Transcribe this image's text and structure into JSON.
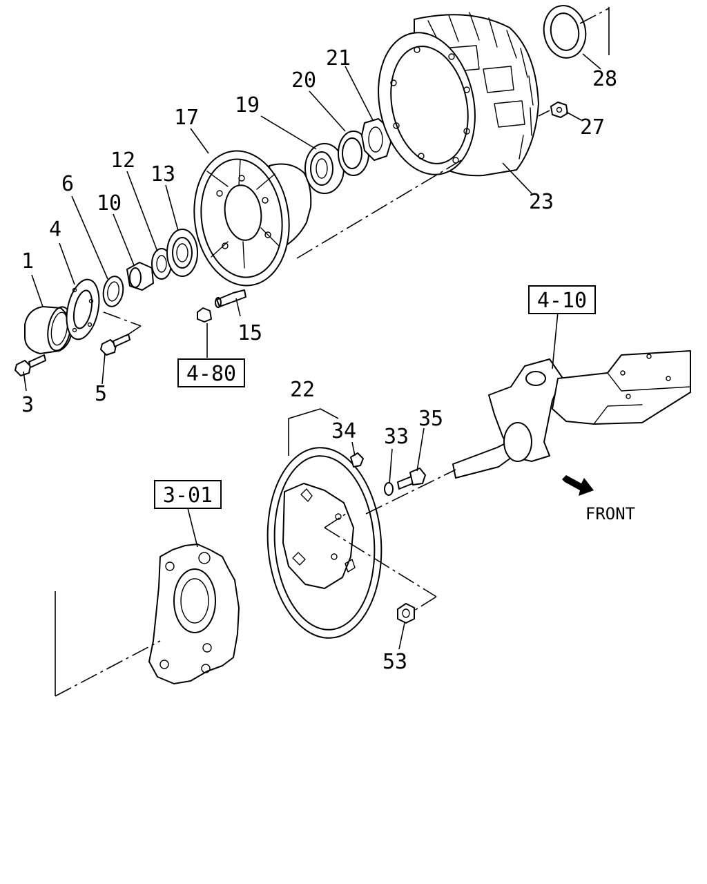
{
  "callouts": {
    "c1": "1",
    "c3": "3",
    "c4": "4",
    "c5": "5",
    "c6": "6",
    "c10": "10",
    "c12": "12",
    "c13": "13",
    "c15": "15",
    "c17": "17",
    "c19": "19",
    "c20": "20",
    "c21": "21",
    "c22": "22",
    "c23": "23",
    "c27": "27",
    "c28": "28",
    "c33": "33",
    "c34": "34",
    "c35": "35",
    "c53": "53"
  },
  "references": {
    "r480": "4-80",
    "r410": "4-10",
    "r301": "3-01"
  },
  "direction": {
    "label": "FRONT"
  }
}
